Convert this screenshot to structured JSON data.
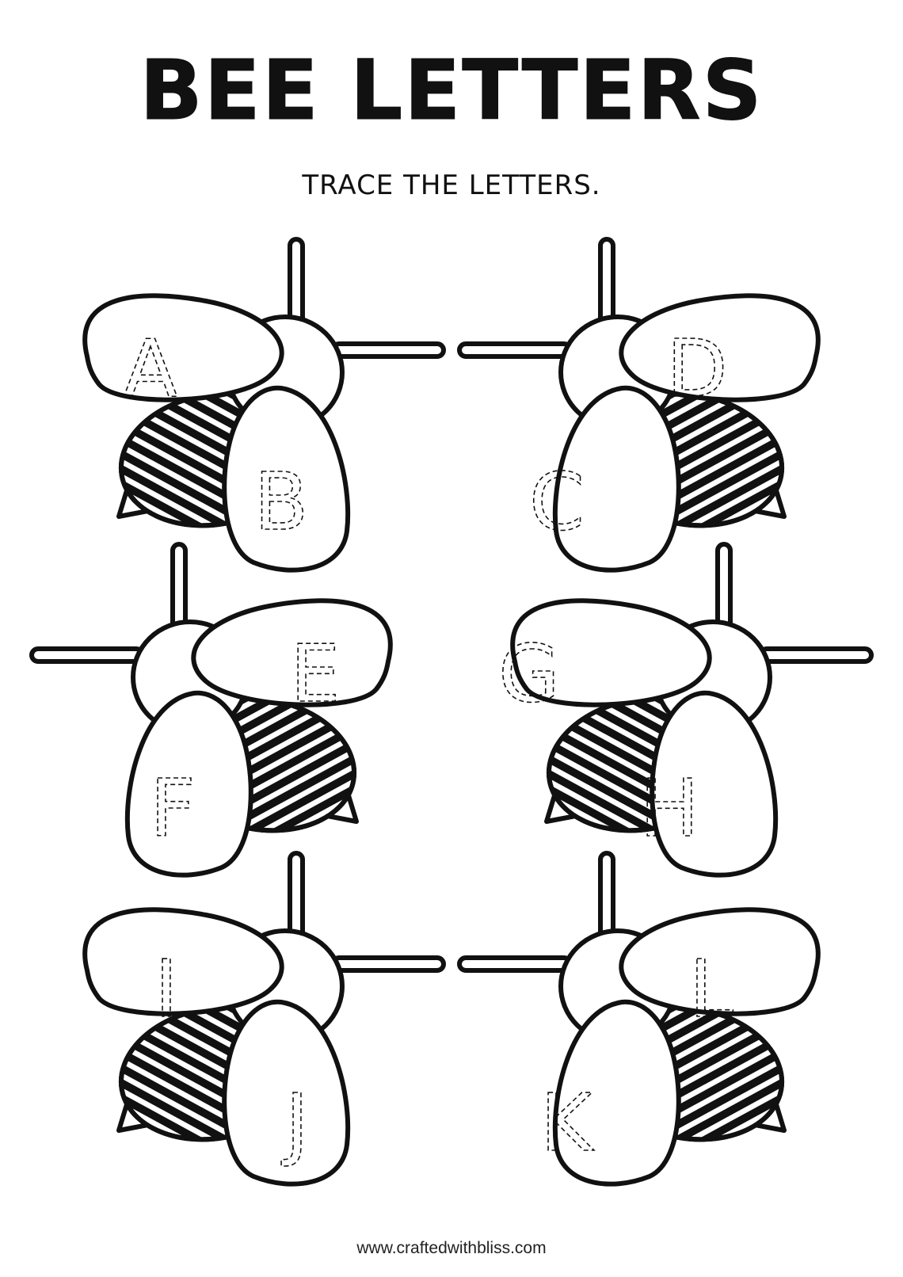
{
  "worksheet": {
    "title": "BEE LETTERS",
    "instruction": "TRACE THE LETTERS.",
    "footer": "www.craftedwithbliss.com"
  },
  "bees": [
    {
      "top_wing_letter": "A",
      "bottom_wing_letter": "B",
      "facing": "right"
    },
    {
      "top_wing_letter": "D",
      "bottom_wing_letter": "C",
      "facing": "left"
    },
    {
      "top_wing_letter": "E",
      "bottom_wing_letter": "F",
      "facing": "left"
    },
    {
      "top_wing_letter": "G",
      "bottom_wing_letter": "H",
      "facing": "right"
    },
    {
      "top_wing_letter": "I",
      "bottom_wing_letter": "J",
      "facing": "right"
    },
    {
      "top_wing_letter": "L",
      "bottom_wing_letter": "K",
      "facing": "left"
    }
  ],
  "colors": {
    "line": "#111111",
    "fill": "#ffffff"
  }
}
